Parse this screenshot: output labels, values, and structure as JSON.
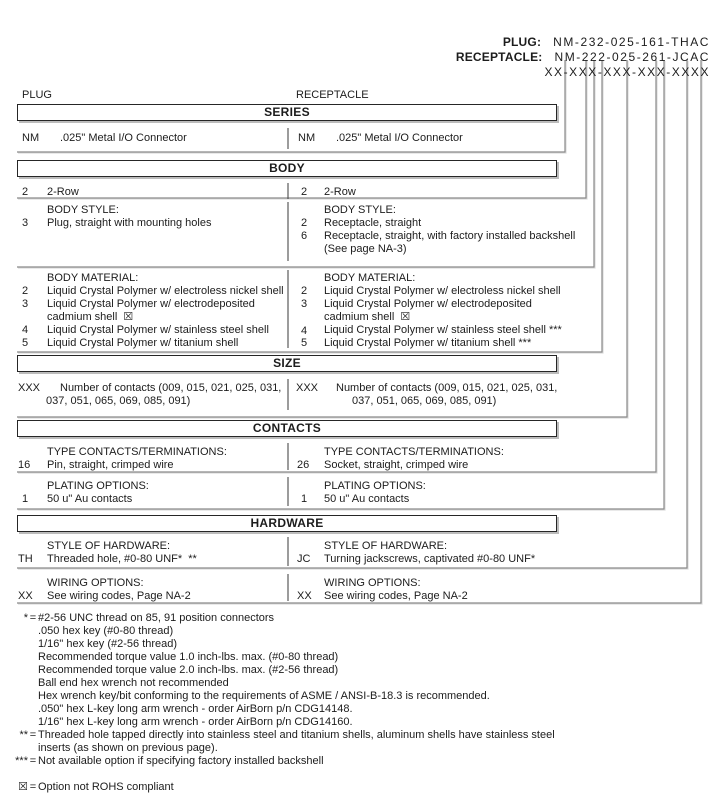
{
  "page": {
    "plug_label": "PLUG:",
    "plug_value": "NM-232-025-161-THAC",
    "receptacle_label": "RECEPTACLE:",
    "receptacle_value": "NM-222-025-261-JCAC",
    "generic_value": "XX-XXX-XXX-XXX-XXXX",
    "left_column_label": "PLUG",
    "right_column_label": "RECEPTACLE"
  },
  "series": {
    "title": "SERIES",
    "plug_code": "NM",
    "plug_desc": ".025\" Metal I/O Connector",
    "rec_code": "NM",
    "rec_desc": ".025\" Metal I/O Connector"
  },
  "body": {
    "title": "BODY",
    "row_plug_code": "2",
    "row_plug_desc": "2-Row",
    "row_rec_code": "2",
    "row_rec_desc": "2-Row",
    "style_label": "BODY STYLE:",
    "style_plug_code": "3",
    "style_plug_desc": "Plug, straight with mounting holes",
    "style_rec": [
      {
        "code": "2",
        "desc": "Receptacle, straight"
      },
      {
        "code": "6",
        "desc": "Receptacle, straight, with factory installed backshell"
      },
      {
        "code": "",
        "desc": "(See page NA-3)"
      }
    ],
    "material_label": "BODY MATERIAL:",
    "material_plug": [
      {
        "code": "2",
        "desc": "Liquid Crystal Polymer w/ electroless nickel shell"
      },
      {
        "code": "3",
        "desc": "Liquid Crystal Polymer w/ electrodeposited"
      },
      {
        "code": "",
        "desc": "cadmium shell  ☒"
      },
      {
        "code": "4",
        "desc": "Liquid Crystal Polymer w/ stainless steel shell"
      },
      {
        "code": "5",
        "desc": "Liquid Crystal Polymer w/ titanium shell"
      }
    ],
    "material_rec": [
      {
        "code": "2",
        "desc": "Liquid Crystal Polymer w/ electroless nickel shell"
      },
      {
        "code": "3",
        "desc": "Liquid Crystal Polymer w/ electrodeposited"
      },
      {
        "code": "",
        "desc": "cadmium shell  ☒"
      },
      {
        "code": "4",
        "desc": "Liquid Crystal Polymer w/ stainless steel shell ***"
      },
      {
        "code": "5",
        "desc": "Liquid Crystal Polymer w/ titanium shell ***"
      }
    ]
  },
  "size": {
    "title": "SIZE",
    "plug_code": "XXX",
    "plug_line1": "Number of contacts (009, 015, 021, 025, 031,",
    "plug_line2": "037, 051, 065, 069, 085, 091)",
    "rec_code": "XXX",
    "rec_line1": "Number of contacts (009, 015, 021, 025, 031,",
    "rec_line2": "037, 051, 065, 069, 085, 091)"
  },
  "contacts": {
    "title": "CONTACTS",
    "type_label": "TYPE CONTACTS/TERMINATIONS:",
    "type_plug_code": "16",
    "type_plug_desc": "Pin, straight, crimped wire",
    "type_rec_code": "26",
    "type_rec_desc": "Socket, straight, crimped wire",
    "plating_label": "PLATING OPTIONS:",
    "plating_plug_code": "1",
    "plating_plug_desc": "50 u\" Au contacts",
    "plating_rec_code": "1",
    "plating_rec_desc": "50 u\" Au contacts"
  },
  "hardware": {
    "title": "HARDWARE",
    "style_label": "STYLE OF HARDWARE:",
    "style_plug_code": "TH",
    "style_plug_desc": "Threaded hole, #0-80 UNF*  **",
    "style_rec_code": "JC",
    "style_rec_desc": "Turning jackscrews, captivated #0-80 UNF*",
    "wiring_label": "WIRING OPTIONS:",
    "wiring_plug_code": "XX",
    "wiring_plug_desc": "See wiring codes, Page NA-2",
    "wiring_rec_code": "XX",
    "wiring_rec_desc": "See wiring codes, Page NA-2"
  },
  "footnotes": [
    {
      "marker": "*",
      "eq": "=",
      "text": "#2-56 UNC thread on 85, 91 position connectors"
    },
    {
      "marker": "",
      "eq": "",
      "text": ".050 hex key (#0-80 thread)"
    },
    {
      "marker": "",
      "eq": "",
      "text": "1/16\" hex key (#2-56 thread)"
    },
    {
      "marker": "",
      "eq": "",
      "text": "Recommended torque value 1.0 inch-lbs. max. (#0-80 thread)"
    },
    {
      "marker": "",
      "eq": "",
      "text": "Recommended torque value 2.0 inch-lbs. max. (#2-56 thread)"
    },
    {
      "marker": "",
      "eq": "",
      "text": "Ball end hex wrench not recommended"
    },
    {
      "marker": "",
      "eq": "",
      "text": "Hex wrench key/bit conforming to the requirements of ASME / ANSI-B-18.3 is recommended."
    },
    {
      "marker": "",
      "eq": "",
      "text": ".050\" hex L-key long arm wrench - order AirBorn p/n CDG14148."
    },
    {
      "marker": "",
      "eq": "",
      "text": "1/16\" hex L-key long arm wrench - order AirBorn p/n CDG14160."
    },
    {
      "marker": "**",
      "eq": "=",
      "text": "Threaded hole tapped directly into stainless steel and titanium shells, aluminum shells have stainless steel"
    },
    {
      "marker": "",
      "eq": "",
      "text": "inserts (as shown on previous page)."
    },
    {
      "marker": "***",
      "eq": "=",
      "text": "Not available option if specifying factory installed backshell"
    },
    {
      "marker": "☒",
      "eq": "=",
      "text": "Option not ROHS compliant"
    }
  ]
}
